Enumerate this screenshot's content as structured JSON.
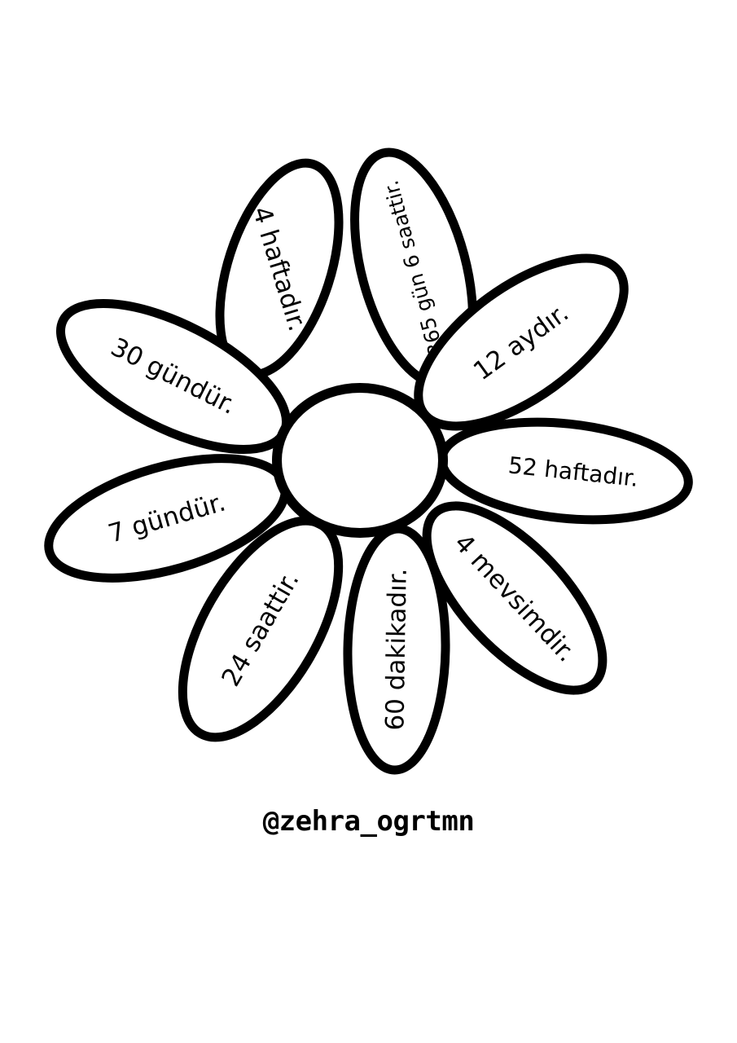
{
  "flower": {
    "colors": {
      "outline": "#000000",
      "fill": "#ffffff",
      "text": "#000000"
    },
    "petals": [
      {
        "id": "weeks-in-month",
        "text": "4 haftadır."
      },
      {
        "id": "days-in-year",
        "text": "365 gün 6 saattir."
      },
      {
        "id": "months-in-year",
        "text": "12 aydır."
      },
      {
        "id": "weeks-in-year",
        "text": "52 haftadır."
      },
      {
        "id": "seasons-in-year",
        "text": "4 mevsimdir."
      },
      {
        "id": "minutes-in-hour",
        "text": "60 dakikadır."
      },
      {
        "id": "hours-in-day",
        "text": "24 saattir."
      },
      {
        "id": "days-in-week",
        "text": "7 gündür."
      },
      {
        "id": "days-in-month",
        "text": "30 gündür."
      }
    ]
  },
  "credit": {
    "handle": "@zehra_ogrtmn"
  }
}
